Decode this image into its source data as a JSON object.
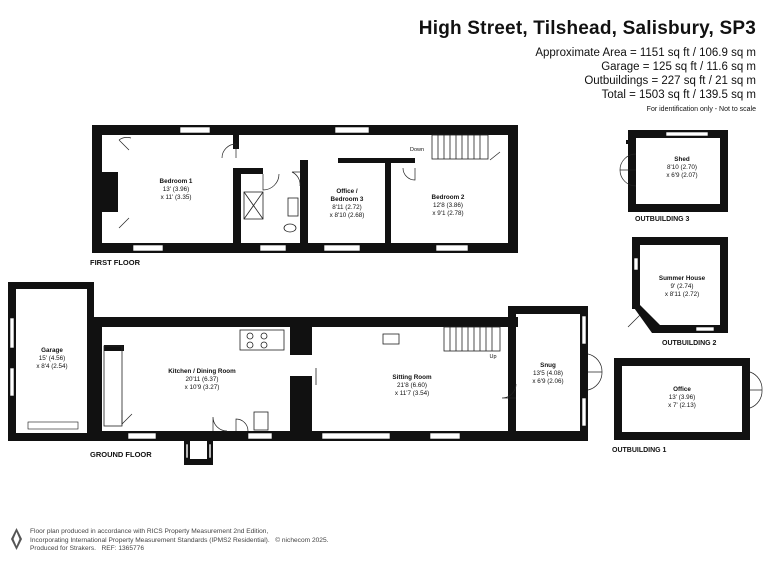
{
  "header": {
    "title": "High Street, Tilshead, Salisbury, SP3",
    "areas": [
      "Approximate Area = 1151 sq ft / 106.9 sq m",
      "Garage = 125 sq ft / 11.6 sq m",
      "Outbuildings = 227 sq ft / 21 sq m",
      "Total = 1503 sq ft / 139.5 sq m"
    ],
    "note": "For identification only - Not to scale"
  },
  "floors": {
    "first": "FIRST FLOOR",
    "ground": "GROUND FLOOR"
  },
  "outbuilding_labels": {
    "ob1": "OUTBUILDING 1",
    "ob2": "OUTBUILDING 2",
    "ob3": "OUTBUILDING 3"
  },
  "rooms": {
    "bedroom1": {
      "name": "Bedroom 1",
      "dim1": "13' (3.96)",
      "dim2": "x 11' (3.35)"
    },
    "office_bed3": {
      "name1": "Office /",
      "name2": "Bedroom 3",
      "dim1": "8'11 (2.72)",
      "dim2": "x 8'10 (2.68)"
    },
    "bedroom2": {
      "name": "Bedroom 2",
      "dim1": "12'8 (3.86)",
      "dim2": "x 9'1 (2.78)"
    },
    "down": "Down",
    "up": "Up",
    "garage": {
      "name": "Garage",
      "dim1": "15' (4.56)",
      "dim2": "x 8'4 (2.54)"
    },
    "kitchen": {
      "name": "Kitchen / Dining Room",
      "dim1": "20'11 (6.37)",
      "dim2": "x 10'9 (3.27)"
    },
    "sitting": {
      "name": "Sitting Room",
      "dim1": "21'8 (6.60)",
      "dim2": "x 11'7 (3.54)"
    },
    "snug": {
      "name": "Snug",
      "dim1": "13'5 (4.08)",
      "dim2": "x 6'9 (2.06)"
    },
    "shed": {
      "name": "Shed",
      "dim1": "8'10 (2.70)",
      "dim2": "x 6'9 (2.07)"
    },
    "summer": {
      "name": "Summer House",
      "dim1": "9' (2.74)",
      "dim2": "x 8'11 (2.72)"
    },
    "office_ob": {
      "name": "Office",
      "dim1": "13' (3.96)",
      "dim2": "x 7' (2.13)"
    }
  },
  "footer": {
    "line1": "Floor plan produced in accordance with RICS Property Measurement 2nd Edition,",
    "line2": "Incorporating International Property Measurement Standards (IPMS2 Residential).",
    "copyright": "© nichecom 2025.",
    "line3": "Produced for Strakers.",
    "ref": "REF: 1365776"
  },
  "colors": {
    "wall": "#111111",
    "window": "#ffffff",
    "line": "#222222"
  }
}
